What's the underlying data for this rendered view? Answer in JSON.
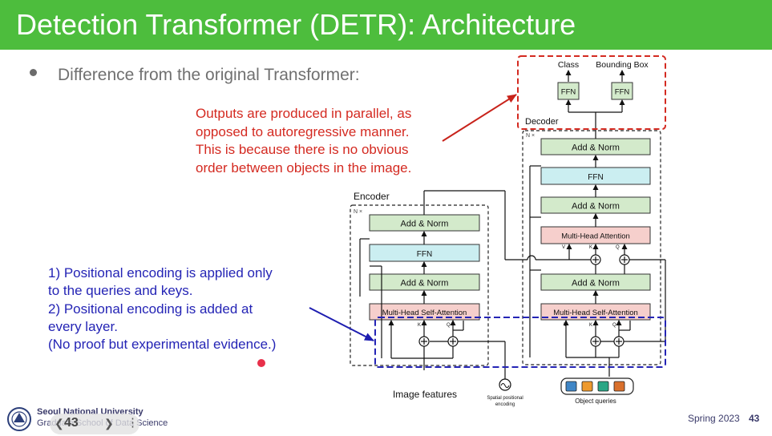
{
  "slide": {
    "title": "Detection Transformer (DETR): Architecture",
    "bullet": "Difference from the original Transformer:",
    "red_note": [
      "Outputs are produced in parallel, as",
      "opposed to autoregressive manner.",
      "This is because there is no obvious",
      "order between objects in the image."
    ],
    "blue_note": [
      "1) Positional encoding is applied only",
      "to the queries and keys.",
      "2) Positional encoding is added at",
      "every layer.",
      "(No proof but experimental evidence.)"
    ]
  },
  "diagram": {
    "encoder_label": "Encoder",
    "decoder_label": "Decoder",
    "nx": "N ×",
    "add_norm": "Add & Norm",
    "ffn": "FFN",
    "mhsa": "Multi-Head  Self-Attention",
    "mha": "Multi-Head  Attention",
    "v": "V",
    "k": "K",
    "q": "Q",
    "class_label": "Class",
    "bbox_label": "Bounding Box",
    "image_features": "Image features",
    "spatial_line1": "Spatial  positional",
    "spatial_line2": "encoding",
    "object_queries": "Object queries",
    "query_colors": [
      "#3f86c6",
      "#ee9a2e",
      "#2aa685",
      "#d9702c"
    ]
  },
  "footer": {
    "university": "Seoul National University",
    "school": "Graduate School of Data Science",
    "pill_page": "43",
    "term": "Spring 2023",
    "page": "43"
  },
  "colors": {
    "title_bg": "#4dbd3d",
    "add_norm_fill": "#d3eacb",
    "ffn_fill": "#cbeef1",
    "attention_fill": "#f6cfcc",
    "red_annotation": "#d42a21",
    "blue_annotation": "#2424b5"
  }
}
